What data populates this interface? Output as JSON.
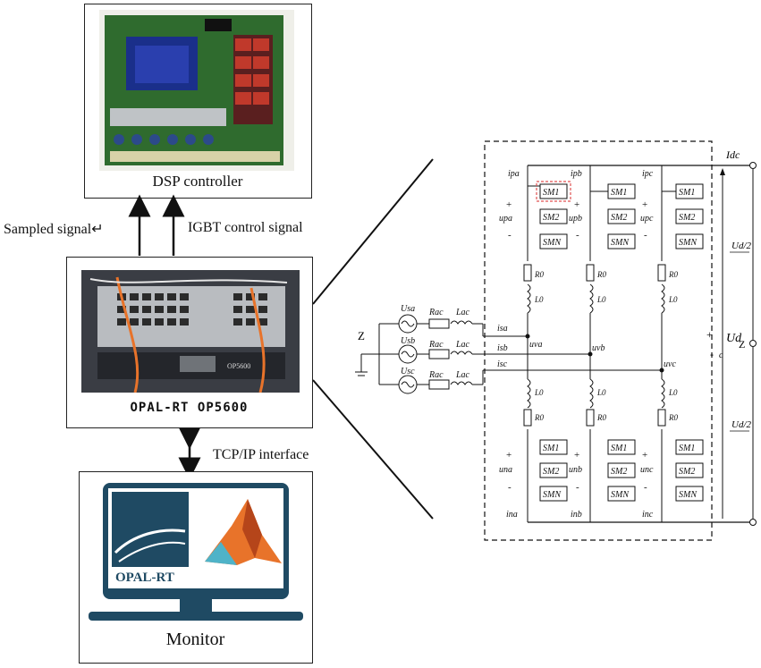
{
  "dsp": {
    "label": "DSP controller"
  },
  "links": {
    "sampled": "Sampled signal↵",
    "igbt": "IGBT control signal",
    "tcp": "TCP/IP interface"
  },
  "opal": {
    "label": "OPAL-RT OP5600",
    "panel_text": "OP5600"
  },
  "monitor": {
    "label": "Monitor",
    "logo_text": "OPAL-RT"
  },
  "circuit": {
    "idc": "Idc",
    "ud": "Ud",
    "ud_sub": "c",
    "half_top": "Ud/2",
    "half_bot": "Ud/2",
    "z_left": "Z",
    "z_mid": "Z",
    "sources": [
      "Usa",
      "Usb",
      "Usc"
    ],
    "rac": "Rac",
    "lac": "Lac",
    "is_labels": [
      "isa",
      "isb",
      "isc"
    ],
    "uv_labels": [
      "uva",
      "uvb",
      "uvc"
    ],
    "ip_labels": [
      "ipa",
      "ipb",
      "ipc"
    ],
    "in_labels": [
      "ina",
      "inb",
      "inc"
    ],
    "up_labels": [
      "upa",
      "upb",
      "upc"
    ],
    "un_labels": [
      "una",
      "unb",
      "unc"
    ],
    "sm_labels": [
      "SM1",
      "SM2",
      "SMN"
    ],
    "r0": "R0",
    "l0": "L0",
    "plus": "+",
    "minus": "-"
  },
  "colors": {
    "pcb": "#2f6b2e",
    "rack": "#3a3d44",
    "monitor": "#1f4a63",
    "accent": "#e8732a",
    "dashed_red": "#e05050"
  }
}
